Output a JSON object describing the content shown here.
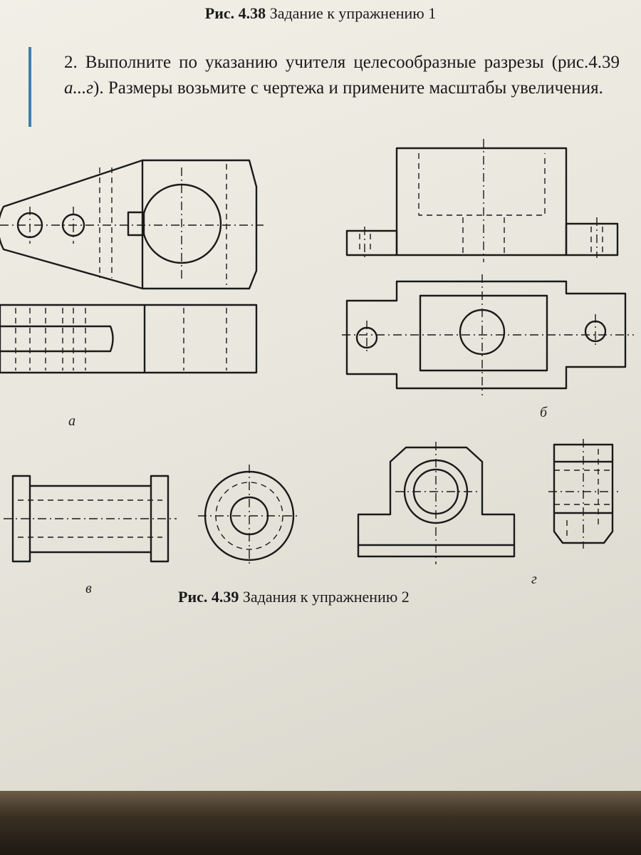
{
  "top_caption": {
    "number": "Рис. 4.38",
    "text": "Задание к упражнению 1"
  },
  "task": {
    "text_part1": "2. Выполните по указанию учителя целесообразные разрезы (рис.4.39 ",
    "text_italic": "а...г",
    "text_part2": "). Размеры возьмите с чертежа и примените масштабы увеличения."
  },
  "labels": {
    "a": "а",
    "b": "б",
    "v": "в",
    "g": "г"
  },
  "bottom_caption": {
    "number": "Рис. 4.39",
    "text": "Задания к упражнению 2"
  },
  "colors": {
    "paper": "#ecebe2",
    "ink": "#1a1a1a",
    "accent": "#3f7fb0"
  }
}
